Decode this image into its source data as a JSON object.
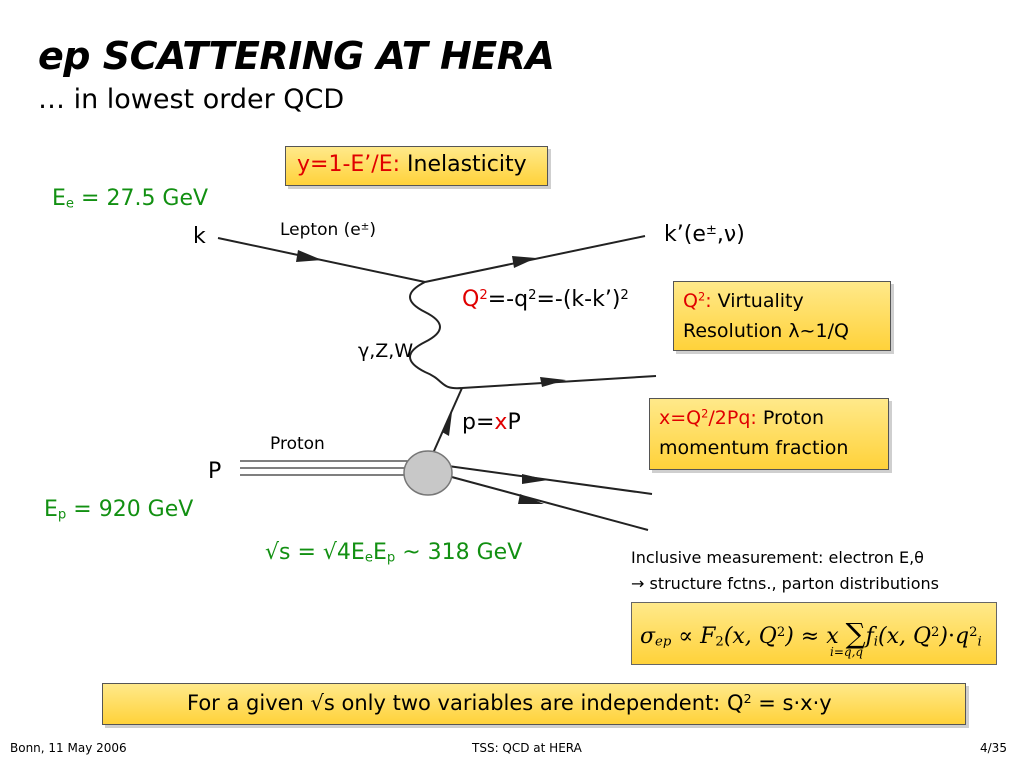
{
  "title": "ep SCATTERING AT HERA",
  "subtitle": "… in lowest order QCD",
  "inelasticity_box": {
    "var": "y=1-E’/E:",
    "desc": "Inelasticity"
  },
  "electron_energy": {
    "prefix": "E",
    "sub": "e",
    "suffix": " = 27.5 GeV"
  },
  "k_label": "k",
  "lepton_label": {
    "text": "Lepton (e",
    "sup": "±",
    "close": ")"
  },
  "k_prime_label": {
    "text": "k’(e",
    "sup": "±",
    "rest": ",ν)"
  },
  "q2_def": {
    "q": "Q",
    "sup1": "2",
    "mid": "=-q",
    "sup2": "2",
    "rest": "=-(k-k’)",
    "sup3": "2"
  },
  "virtuality_box": {
    "q": "Q",
    "sup": "2",
    "colon": ":",
    "desc": "Virtuality",
    "line2": "Resolution λ~1/Q"
  },
  "boson_label": "γ,Z,W",
  "p_label": {
    "pre": "p=",
    "x": "x",
    "post": "P"
  },
  "x_box": {
    "var": "x=Q",
    "sup": "2",
    "var2": "/2Pq:",
    "desc": "Proton",
    "line2": "momentum fraction"
  },
  "proton_label": "Proton",
  "P_label": "P",
  "proton_energy": {
    "prefix": "E",
    "sub": "p",
    "suffix": " = 920 GeV"
  },
  "sqrt_s": {
    "a": "√s = √4E",
    "sub1": "e",
    "b": "E",
    "sub2": "p",
    "c": " ~ 318 GeV"
  },
  "inclusive": {
    "line1": "Inclusive measurement: electron E,θ",
    "line2": "→ structure fctns., parton distributions"
  },
  "formula": {
    "sigma": "σ",
    "sigma_sub": "ep",
    "propto": " ∝ ",
    "F": "F",
    "F_sub": "2",
    "args1": "(x, Q",
    "args_sup": "2",
    "args_close": ")",
    "approx": " ≈ x ",
    "sum": "∑",
    "sum_sub": "i=q,q̄",
    "f": "f",
    "f_sub": "i",
    "args2": "(x, Q",
    "args2_sup": "2",
    "args2_close": ")",
    "dot": "·",
    "q": "q",
    "q_sup": "2",
    "q_sub": "i"
  },
  "bottom_box": {
    "a": "For a given √s only two variables are independent: Q",
    "sup": "2",
    "b": " = s·x·y"
  },
  "footer": {
    "left": "Bonn, 11 May 2006",
    "center": "TSS: QCD at HERA",
    "right": "4/35"
  },
  "colors": {
    "green": "#129012",
    "red": "#e00000",
    "box_fill": "#ffd23a"
  }
}
